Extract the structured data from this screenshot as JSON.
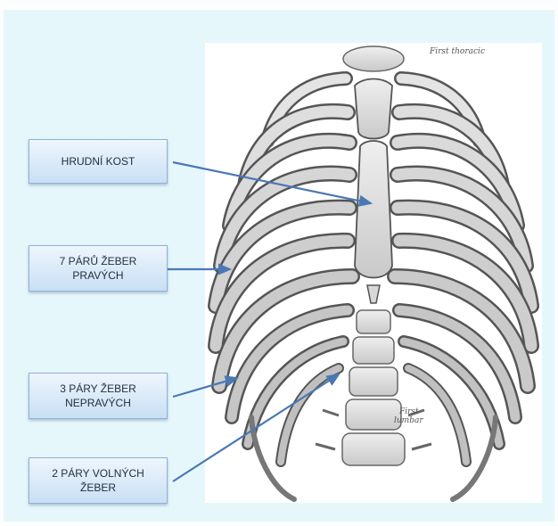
{
  "labels": {
    "sternum": "HRUDNÍ KOST",
    "true_ribs": "7 PÁRŮ ŽEBER\nPRAVÝCH",
    "false_ribs": "3 PÁRY ŽEBER\nNEPRAVÝCH",
    "floating_ribs": "2 PÁRY VOLNÝCH\nŽEBER"
  },
  "illustration": {
    "first_thoracic": "First thoracic",
    "first_lumbar_1": "First",
    "first_lumbar_2": "lumbar"
  },
  "colors": {
    "box_border": "#8fb2d6",
    "arrow": "#4a78b5",
    "band": "#e6f7fb"
  }
}
